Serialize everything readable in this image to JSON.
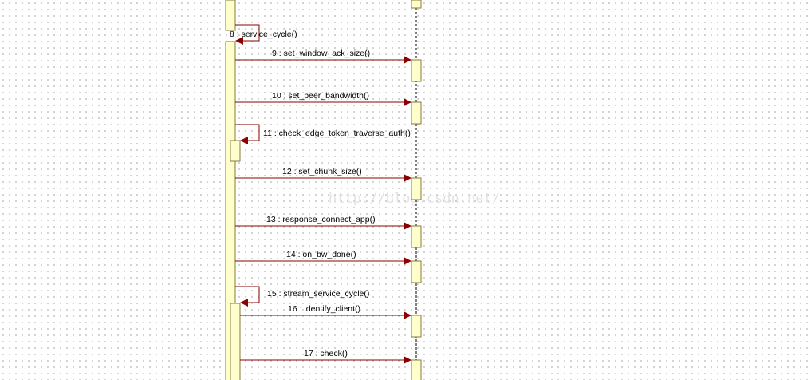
{
  "diagram": {
    "type": "sequence",
    "watermark": "http://blog.csdn.net/",
    "colors": {
      "activation_fill": "#ffffcc",
      "activation_stroke": "#8a7a3c",
      "message": "#8b0000",
      "lifeline": "#000000"
    },
    "messages": [
      {
        "number": "8",
        "label": "8 : service_cycle()",
        "kind": "self"
      },
      {
        "number": "9",
        "label": "9 : set_window_ack_size()",
        "kind": "call"
      },
      {
        "number": "10",
        "label": "10 : set_peer_bandwidth()",
        "kind": "call"
      },
      {
        "number": "11",
        "label": "11 : check_edge_token_traverse_auth()",
        "kind": "self"
      },
      {
        "number": "12",
        "label": "12 : set_chunk_size()",
        "kind": "call"
      },
      {
        "number": "13",
        "label": "13 : response_connect_app()",
        "kind": "call"
      },
      {
        "number": "14",
        "label": "14 : on_bw_done()",
        "kind": "call"
      },
      {
        "number": "15",
        "label": "15 : stream_service_cycle()",
        "kind": "self"
      },
      {
        "number": "16",
        "label": "16 : identify_client()",
        "kind": "call"
      },
      {
        "number": "17",
        "label": "17 : check()",
        "kind": "call"
      }
    ]
  }
}
